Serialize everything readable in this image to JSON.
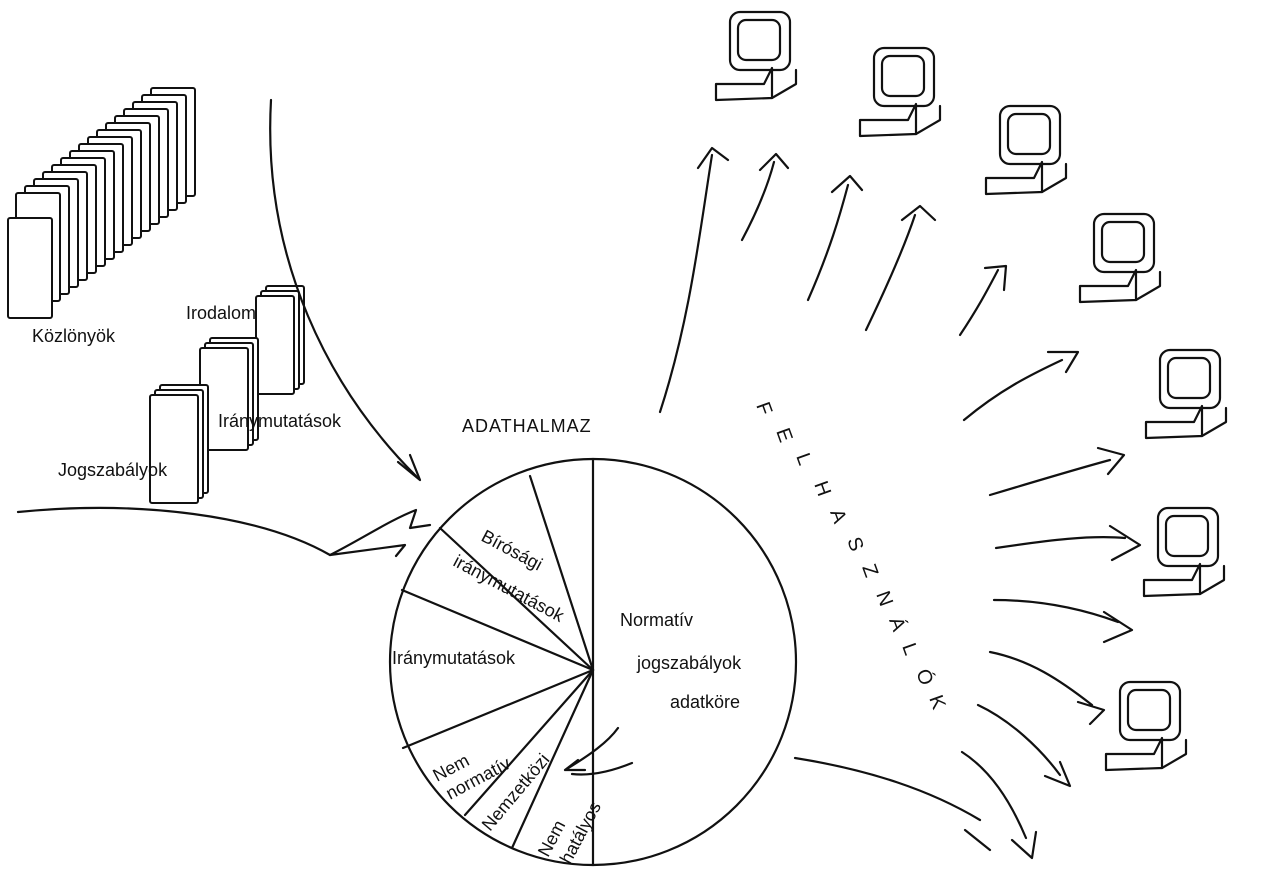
{
  "sources": {
    "kozlonyok": "Közlönyök",
    "irodalom": "Irodalom",
    "iranymutatasok": "Iránymutatások",
    "jogszabalyok": "Jogszabályok"
  },
  "adathalmaz": {
    "title": "ADATHALMAZ",
    "segments": {
      "normativ_line1": "Normatív",
      "normativ_line2": "jogszabályok",
      "normativ_line3": "adatköre",
      "birosagi_line1": "Bírósági",
      "birosagi_line2": "iránymutatások",
      "iranymutatasok": "Iránymutatások",
      "nem_normativ_line1": "Nem",
      "nem_normativ_line2": "normatív",
      "nemzetkozi": "Nemzetközi",
      "nem_hatalyos_line1": "Nem",
      "nem_hatalyos_line2": "hatályos"
    }
  },
  "felhasznalok": {
    "letters": [
      "F",
      "E",
      "L",
      "H",
      "A",
      "S",
      "Z",
      "N",
      "Á",
      "L",
      "Ó",
      "K"
    ]
  }
}
